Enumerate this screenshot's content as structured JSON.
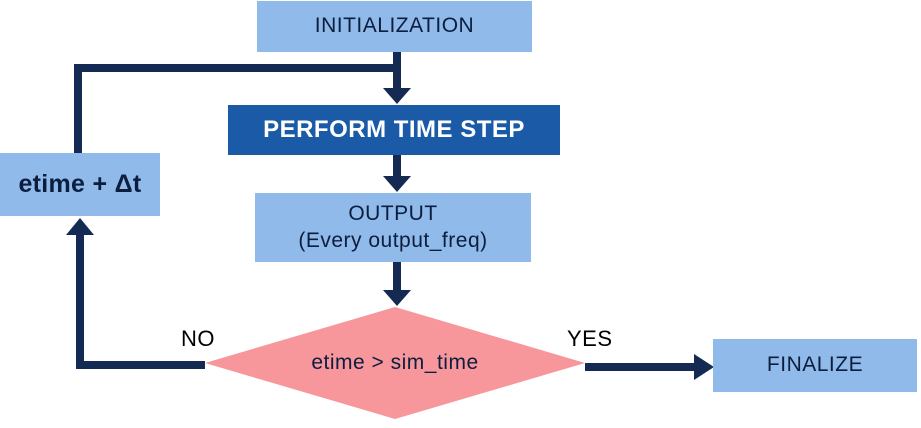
{
  "colors": {
    "box_fill": "#8FBAEA",
    "step_fill": "#1A5AA6",
    "diamond_fill": "#F7969B",
    "connector": "#152A52",
    "box_text": "#0C1E3E",
    "step_text": "#FFFFFF",
    "label_text": "#000000",
    "canvas_bg": "#FFFFFF"
  },
  "nodes": {
    "initialization": {
      "label": "INITIALIZATION"
    },
    "perform_time_step": {
      "label": "PERFORM TIME STEP"
    },
    "output": {
      "label_line1": "OUTPUT",
      "label_line2": "(Every output_freq)"
    },
    "decision": {
      "label": "etime > sim_time"
    },
    "finalize": {
      "label": "FINALIZE"
    },
    "increment": {
      "label": "etime + Δt"
    }
  },
  "edges": {
    "no_label": "NO",
    "yes_label": "YES"
  }
}
